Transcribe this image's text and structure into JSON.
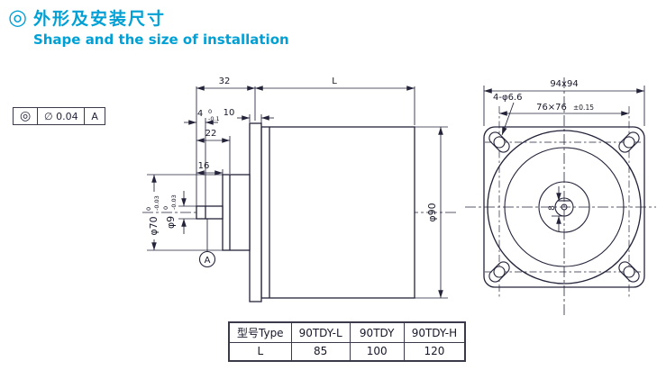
{
  "header": {
    "icon": "◎",
    "title_zh": "外形及安装尺寸",
    "title_en": "Shape and the size of installation"
  },
  "tolerance_frame": {
    "symbol": "◎",
    "value": "∅ 0.04",
    "datum": "A"
  },
  "side_view": {
    "dim_flange_offset": "32",
    "dim_length": "L",
    "dim_step": "4",
    "dim_step_tol_upper": "0",
    "dim_step_tol_lower": "-0.1",
    "dim_flange_thickness": "10",
    "dim_shaft_groove": "22",
    "dim_shaft_flat": "16",
    "dim_boss_dia": "φ70",
    "boss_tol_upper": "0",
    "boss_tol_lower": "-0.03",
    "dim_shaft_dia": "φ9",
    "shaft_tol_upper": "0",
    "shaft_tol_lower": "-0.03",
    "dim_body_dia": "φ90",
    "datum_label": "A"
  },
  "front_view": {
    "dim_outer": "94x94",
    "dim_bolt_pattern": "76×76",
    "dim_bolt_tol": "±0.15",
    "dim_holes": "4-φ6.6",
    "dim_shaft_flat_width": "8"
  },
  "table": {
    "headers": [
      "型号Type",
      "90TDY-L",
      "90TDY",
      "90TDY-H"
    ],
    "rows": [
      [
        "L",
        "85",
        "100",
        "120"
      ]
    ]
  },
  "colors": {
    "accent": "#00A0D5",
    "line": "#23233a"
  }
}
